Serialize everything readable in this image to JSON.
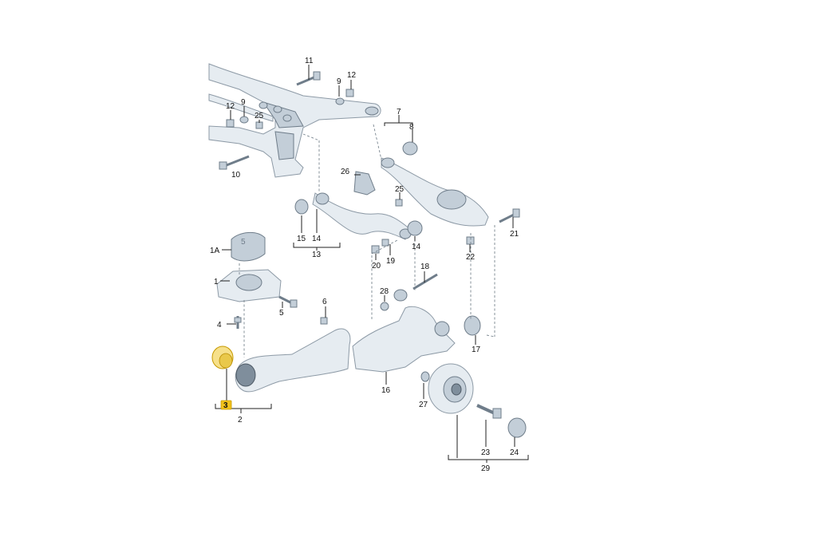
{
  "labels": {
    "l1": "1",
    "l1a": "1A",
    "l2": "2",
    "l3": "3",
    "l4": "4",
    "l5": "5",
    "l5b": "5",
    "l6": "6",
    "l7": "7",
    "l8": "8",
    "l9a": "9",
    "l9b": "9",
    "l10": "10",
    "l11": "11",
    "l12a": "12",
    "l12b": "12",
    "l13": "13",
    "l14a": "14",
    "l14b": "14",
    "l15": "15",
    "l16": "16",
    "l17": "17",
    "l18": "18",
    "l19": "19",
    "l20": "20",
    "l21": "21",
    "l22": "22",
    "l23": "23",
    "l24": "24",
    "l25a": "25",
    "l25b": "25",
    "l26": "26",
    "l27": "27",
    "l28": "28",
    "l29": "29"
  },
  "highlighted_part": "3",
  "highlight_color": "#f2c21b"
}
